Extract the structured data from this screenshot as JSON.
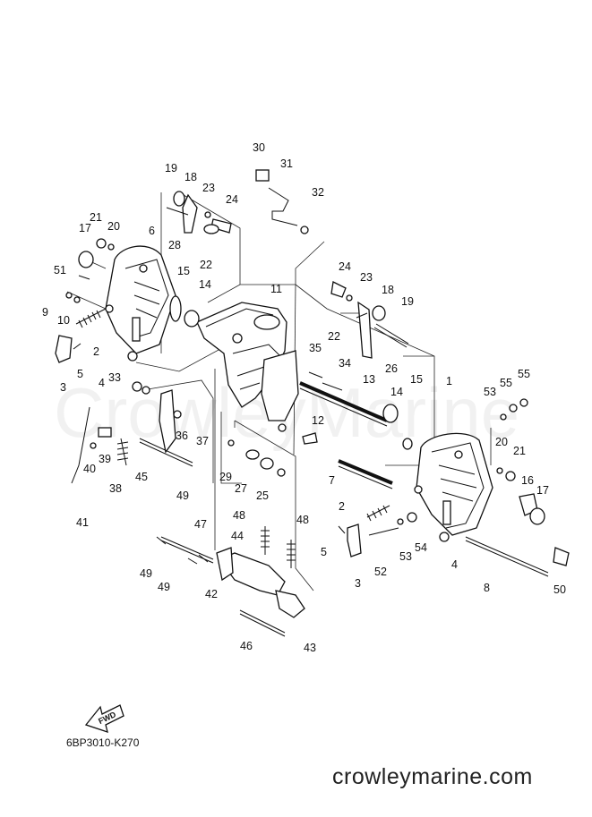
{
  "watermark": "CrowleyMarine",
  "fwd_label": "FWD",
  "part_code": "6BP3010-K270",
  "site_url": "crowleymarine.com",
  "callouts": [
    "30",
    "31",
    "32",
    "19",
    "18",
    "23",
    "24",
    "21",
    "20",
    "17",
    "6",
    "28",
    "22",
    "51",
    "15",
    "14",
    "11",
    "9",
    "10",
    "2",
    "3",
    "5",
    "4",
    "33",
    "36",
    "37",
    "39",
    "40",
    "38",
    "45",
    "41",
    "49",
    "29",
    "27",
    "25",
    "35",
    "34",
    "13",
    "12",
    "14",
    "15",
    "7",
    "1",
    "53",
    "55",
    "55",
    "20",
    "21",
    "16",
    "17",
    "2",
    "5",
    "3",
    "52",
    "53",
    "54",
    "4",
    "8",
    "50",
    "47",
    "48",
    "48",
    "44",
    "42",
    "49",
    "49",
    "46",
    "43",
    "24",
    "23",
    "18",
    "19",
    "22",
    "26"
  ]
}
